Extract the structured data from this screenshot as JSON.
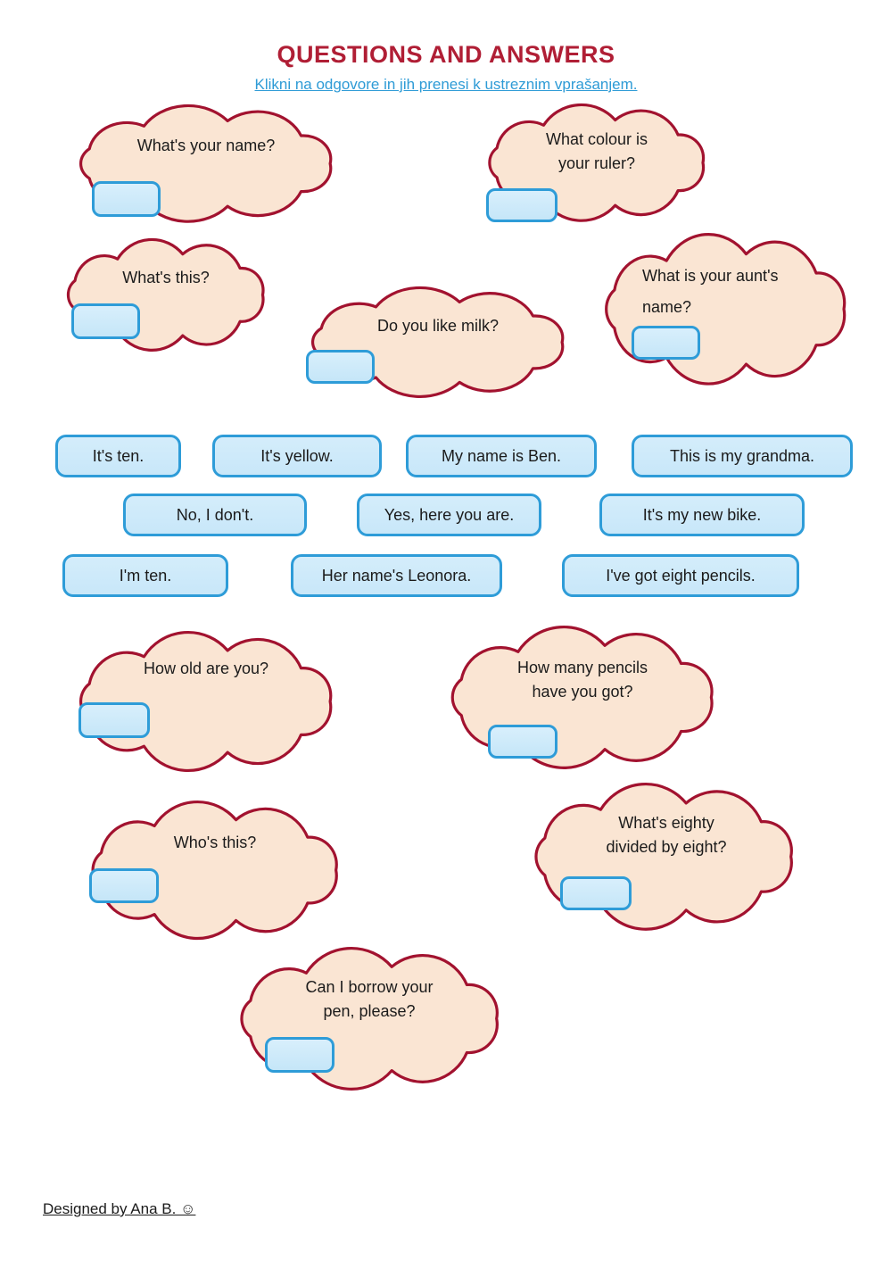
{
  "header": {
    "title": "QUESTIONS AND ANSWERS",
    "subtitle": "Klikni na odgovore in jih prenesi k ustreznim vprašanjem."
  },
  "questions": [
    {
      "text": "What's your name?"
    },
    {
      "text": "What colour is your ruler?"
    },
    {
      "text": "What's this?"
    },
    {
      "text": "Do you like milk?"
    },
    {
      "text": "What is your aunt's name?"
    },
    {
      "text": "How old are you?"
    },
    {
      "text": "How many pencils have you got?"
    },
    {
      "text": "Who's this?"
    },
    {
      "text": "What's eighty divided by eight?"
    },
    {
      "text": "Can I borrow your pen, please?"
    }
  ],
  "answers": [
    {
      "label": "It's ten."
    },
    {
      "label": "It's yellow."
    },
    {
      "label": "My name is Ben."
    },
    {
      "label": "This is my grandma."
    },
    {
      "label": "No, I don't."
    },
    {
      "label": "Yes, here you are."
    },
    {
      "label": "It's my new bike."
    },
    {
      "label": "I'm ten."
    },
    {
      "label": "Her name's Leonora."
    },
    {
      "label": "I've got eight pencils."
    }
  ],
  "footer": {
    "credit": "Designed by Ana B. ☺"
  },
  "colors": {
    "title": "#B01E35",
    "instructions_link": "#2E9BD6",
    "cloud_fill": "#FAE5D3",
    "cloud_border": "#A2122F",
    "slot_fill": "#CBE9FA",
    "slot_border": "#2E9CD8"
  }
}
